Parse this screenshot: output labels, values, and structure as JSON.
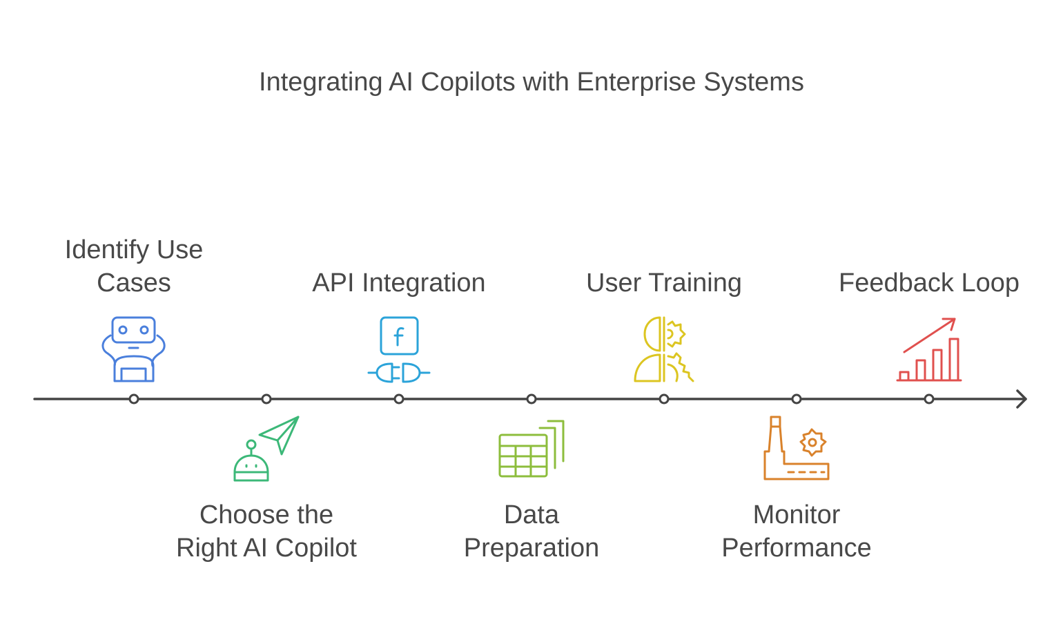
{
  "title": "Integrating AI Copilots with Enterprise Systems",
  "steps": [
    {
      "label": "Identify Use\nCases",
      "icon": "robot-icon",
      "color": "#4a7fdc",
      "position": "above"
    },
    {
      "label": "Choose the\nRight AI Copilot",
      "icon": "bot-send-icon",
      "color": "#3cb878",
      "position": "below"
    },
    {
      "label": "API Integration",
      "icon": "api-plug-icon",
      "color": "#2ba3d9",
      "position": "above"
    },
    {
      "label": "Data\nPreparation",
      "icon": "data-tables-icon",
      "color": "#8dbd3c",
      "position": "below"
    },
    {
      "label": "User Training",
      "icon": "head-gears-icon",
      "color": "#dcc521",
      "position": "above"
    },
    {
      "label": "Monitor\nPerformance",
      "icon": "factory-gear-icon",
      "color": "#d9822b",
      "position": "below"
    },
    {
      "label": "Feedback Loop",
      "icon": "growth-chart-icon",
      "color": "#e0504e",
      "position": "above"
    }
  ],
  "timeline_color": "#444444"
}
